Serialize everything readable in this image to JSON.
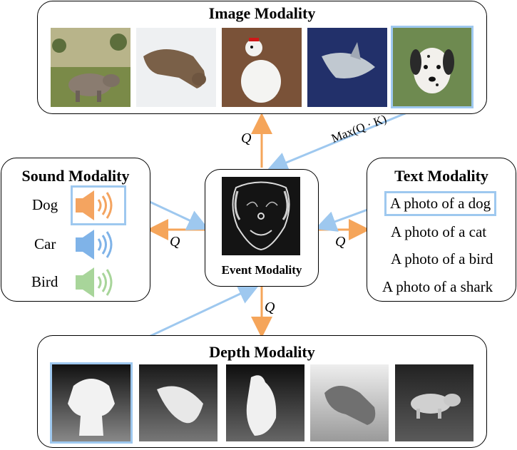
{
  "image_modality": {
    "title": "Image Modality"
  },
  "sound_modality": {
    "title": "Sound Modality",
    "items": [
      {
        "label": "Dog",
        "color": "#f4a460"
      },
      {
        "label": "Car",
        "color": "#7fb3e8"
      },
      {
        "label": "Bird",
        "color": "#a8d59a"
      }
    ]
  },
  "text_modality": {
    "title": "Text Modality",
    "items": [
      "A photo of a dog",
      "A photo of a cat",
      "A photo of a bird",
      "A photo of a shark"
    ]
  },
  "event_modality": {
    "title": "Event Modality"
  },
  "depth_modality": {
    "title": "Depth Modality"
  },
  "arrows": {
    "query_label": "Q",
    "match_label": "Max(Q · K)"
  },
  "colors": {
    "query_arrow": "#f5a55a",
    "match_arrow": "#9ec8ef",
    "highlight": "#9ec8ef"
  }
}
